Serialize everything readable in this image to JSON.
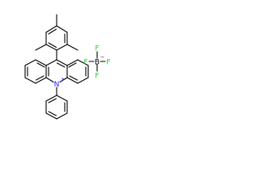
{
  "molecule": {
    "cation": {
      "ring_nitrogen": "N",
      "ring_nitrogen_charge": "+"
    },
    "anion": {
      "boron": "B",
      "boron_charge": "−",
      "fluorine_top": "F",
      "fluorine_left": "F",
      "fluorine_right": "F",
      "fluorine_bottom": "F"
    }
  }
}
